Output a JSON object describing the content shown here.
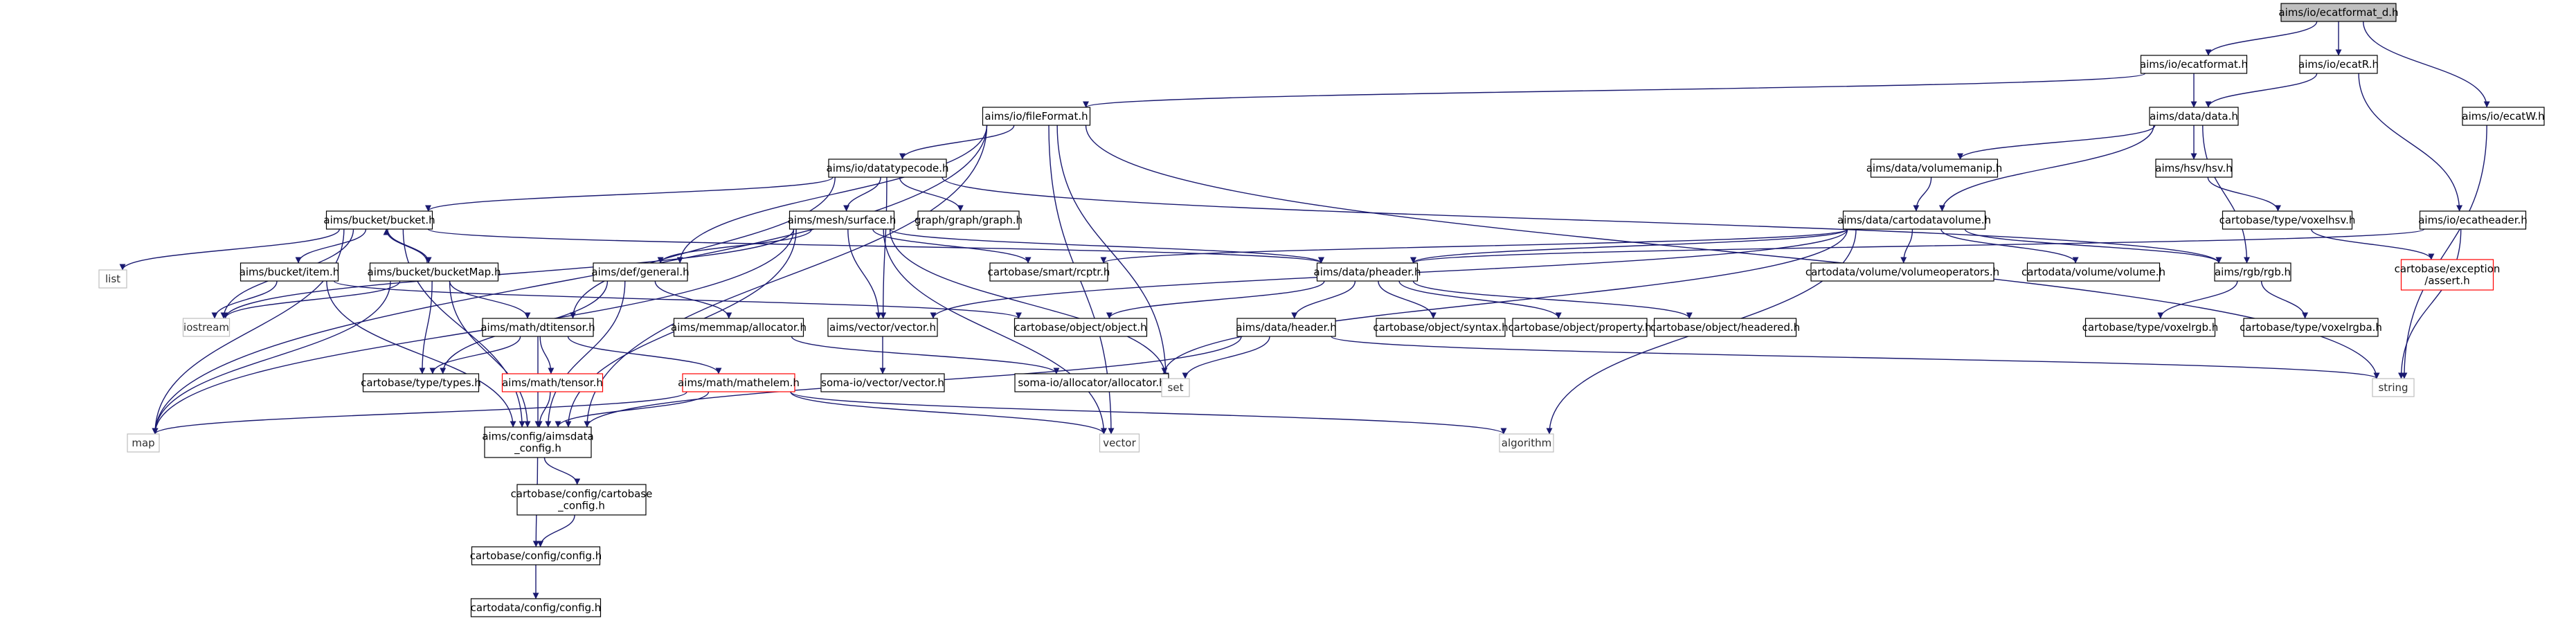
{
  "diagram": {
    "colors": {
      "edge": "#191970",
      "root_fill": "#bfbfbf",
      "node_border": "#000000",
      "missing_border": "#bfbfbf",
      "undocumented_border": "#ff0000",
      "text": "#000000"
    },
    "nodes": [
      {
        "id": "root",
        "label": "aims/io/ecatformat_d.h",
        "style": "root"
      },
      {
        "id": "ecatformat",
        "label": "aims/io/ecatformat.h",
        "style": "normal"
      },
      {
        "id": "ecatR",
        "label": "aims/io/ecatR.h",
        "style": "normal"
      },
      {
        "id": "ecatW",
        "label": "aims/io/ecatW.h",
        "style": "normal"
      },
      {
        "id": "fileFormat",
        "label": "aims/io/fileFormat.h",
        "style": "normal"
      },
      {
        "id": "data",
        "label": "aims/data/data.h",
        "style": "normal"
      },
      {
        "id": "datatypecode",
        "label": "aims/io/datatypecode.h",
        "style": "normal"
      },
      {
        "id": "volumemanip",
        "label": "aims/data/volumemanip.h",
        "style": "normal"
      },
      {
        "id": "hsv",
        "label": "aims/hsv/hsv.h",
        "style": "normal"
      },
      {
        "id": "cartodatavolume",
        "label": "aims/data/cartodatavolume.h",
        "style": "normal"
      },
      {
        "id": "voxelhsv",
        "label": "cartobase/type/voxelhsv.h",
        "style": "normal"
      },
      {
        "id": "ecatheader",
        "label": "aims/io/ecatheader.h",
        "style": "normal"
      },
      {
        "id": "bucket",
        "label": "aims/bucket/bucket.h",
        "style": "normal"
      },
      {
        "id": "surface",
        "label": "aims/mesh/surface.h",
        "style": "normal"
      },
      {
        "id": "graph",
        "label": "graph/graph/graph.h",
        "style": "normal"
      },
      {
        "id": "list",
        "label": "list",
        "style": "missing"
      },
      {
        "id": "bucketItem",
        "label": "aims/bucket/item.h",
        "style": "normal"
      },
      {
        "id": "bucketMap",
        "label": "aims/bucket/bucketMap.h",
        "style": "normal"
      },
      {
        "id": "general",
        "label": "aims/def/general.h",
        "style": "normal"
      },
      {
        "id": "rcptr",
        "label": "cartobase/smart/rcptr.h",
        "style": "normal"
      },
      {
        "id": "pheader",
        "label": "aims/data/pheader.h",
        "style": "normal"
      },
      {
        "id": "volumeoperators",
        "label": "cartodata/volume/volumeoperators.h",
        "style": "normal"
      },
      {
        "id": "volume",
        "label": "cartodata/volume/volume.h",
        "style": "normal"
      },
      {
        "id": "rgb",
        "label": "aims/rgb/rgb.h",
        "style": "normal"
      },
      {
        "id": "assert",
        "label": "cartobase/exception\n/assert.h",
        "style": "undocumented"
      },
      {
        "id": "iostream",
        "label": "iostream",
        "style": "missing"
      },
      {
        "id": "dtitensor",
        "label": "aims/math/dtitensor.h",
        "style": "normal"
      },
      {
        "id": "allocatorH",
        "label": "aims/memmap/allocator.h",
        "style": "normal"
      },
      {
        "id": "vectorH",
        "label": "aims/vector/vector.h",
        "style": "normal"
      },
      {
        "id": "object",
        "label": "cartobase/object/object.h",
        "style": "normal"
      },
      {
        "id": "header",
        "label": "aims/data/header.h",
        "style": "normal"
      },
      {
        "id": "syntax",
        "label": "cartobase/object/syntax.h",
        "style": "normal"
      },
      {
        "id": "property",
        "label": "cartobase/object/property.h",
        "style": "normal"
      },
      {
        "id": "headered",
        "label": "cartobase/object/headered.h",
        "style": "normal"
      },
      {
        "id": "voxelrgb",
        "label": "cartobase/type/voxelrgb.h",
        "style": "normal"
      },
      {
        "id": "voxelrgba",
        "label": "cartobase/type/voxelrgba.h",
        "style": "normal"
      },
      {
        "id": "types",
        "label": "cartobase/type/types.h",
        "style": "normal"
      },
      {
        "id": "tensor",
        "label": "aims/math/tensor.h",
        "style": "undocumented"
      },
      {
        "id": "mathelem",
        "label": "aims/math/mathelem.h",
        "style": "undocumented"
      },
      {
        "id": "somavector",
        "label": "soma-io/vector/vector.h",
        "style": "normal"
      },
      {
        "id": "somaallocator",
        "label": "soma-io/allocator/allocator.h",
        "style": "normal"
      },
      {
        "id": "set",
        "label": "set",
        "style": "missing"
      },
      {
        "id": "string",
        "label": "string",
        "style": "missing"
      },
      {
        "id": "map",
        "label": "map",
        "style": "missing"
      },
      {
        "id": "aimsdataconfig",
        "label": "aims/config/aimsdata\n_config.h",
        "style": "normal"
      },
      {
        "id": "vector",
        "label": "vector",
        "style": "missing"
      },
      {
        "id": "algorithm",
        "label": "algorithm",
        "style": "missing"
      },
      {
        "id": "cartobaseconfig",
        "label": "cartobase/config/cartobase\n_config.h",
        "style": "normal"
      },
      {
        "id": "config",
        "label": "cartobase/config/config.h",
        "style": "normal"
      },
      {
        "id": "cartodataconfig",
        "label": "cartodata/config/config.h",
        "style": "normal"
      }
    ],
    "edges": [
      [
        "root",
        "ecatformat"
      ],
      [
        "root",
        "ecatR"
      ],
      [
        "root",
        "ecatW"
      ],
      [
        "ecatformat",
        "fileFormat"
      ],
      [
        "ecatformat",
        "data"
      ],
      [
        "ecatR",
        "data"
      ],
      [
        "ecatR",
        "ecatheader"
      ],
      [
        "ecatW",
        "string"
      ],
      [
        "fileFormat",
        "datatypecode"
      ],
      [
        "fileFormat",
        "general"
      ],
      [
        "fileFormat",
        "set"
      ],
      [
        "fileFormat",
        "map"
      ],
      [
        "fileFormat",
        "vector"
      ],
      [
        "fileFormat",
        "string"
      ],
      [
        "fileFormat",
        "aimsdataconfig"
      ],
      [
        "data",
        "volumemanip"
      ],
      [
        "data",
        "hsv"
      ],
      [
        "data",
        "rgb"
      ],
      [
        "data",
        "cartodatavolume"
      ],
      [
        "volumemanip",
        "cartodatavolume"
      ],
      [
        "hsv",
        "voxelhsv"
      ],
      [
        "voxelhsv",
        "assert"
      ],
      [
        "ecatheader",
        "pheader"
      ],
      [
        "ecatheader",
        "string"
      ],
      [
        "datatypecode",
        "bucket"
      ],
      [
        "datatypecode",
        "surface"
      ],
      [
        "datatypecode",
        "graph"
      ],
      [
        "datatypecode",
        "rgb"
      ],
      [
        "datatypecode",
        "vectorH"
      ],
      [
        "datatypecode",
        "dtitensor"
      ],
      [
        "cartodatavolume",
        "volumeoperators"
      ],
      [
        "cartodatavolume",
        "volume"
      ],
      [
        "cartodatavolume",
        "rgb"
      ],
      [
        "cartodatavolume",
        "pheader"
      ],
      [
        "cartodatavolume",
        "rcptr"
      ],
      [
        "cartodatavolume",
        "vectorH"
      ],
      [
        "cartodatavolume",
        "algorithm"
      ],
      [
        "cartodatavolume",
        "somaallocator"
      ],
      [
        "bucket",
        "list"
      ],
      [
        "bucket",
        "bucketItem"
      ],
      [
        "bucket",
        "bucketMap"
      ],
      [
        "bucket",
        "iostream"
      ],
      [
        "bucket",
        "map"
      ],
      [
        "bucket",
        "pheader"
      ],
      [
        "bucket",
        "aimsdataconfig"
      ],
      [
        "bucketMap",
        "bucket"
      ],
      [
        "surface",
        "iostream"
      ],
      [
        "surface",
        "general"
      ],
      [
        "surface",
        "rcptr"
      ],
      [
        "surface",
        "pheader"
      ],
      [
        "surface",
        "vectorH"
      ],
      [
        "surface",
        "set"
      ],
      [
        "surface",
        "map"
      ],
      [
        "surface",
        "vector"
      ],
      [
        "surface",
        "aimsdataconfig"
      ],
      [
        "bucketItem",
        "iostream"
      ],
      [
        "bucketItem",
        "object"
      ],
      [
        "bucketItem",
        "aimsdataconfig"
      ],
      [
        "bucketMap",
        "iostream"
      ],
      [
        "bucketMap",
        "dtitensor"
      ],
      [
        "bucketMap",
        "types"
      ],
      [
        "bucketMap",
        "map"
      ],
      [
        "bucketMap",
        "aimsdataconfig"
      ],
      [
        "general",
        "allocatorH"
      ],
      [
        "general",
        "types"
      ],
      [
        "general",
        "aimsdataconfig"
      ],
      [
        "pheader",
        "header"
      ],
      [
        "pheader",
        "object"
      ],
      [
        "pheader",
        "syntax"
      ],
      [
        "pheader",
        "property"
      ],
      [
        "pheader",
        "headered"
      ],
      [
        "rgb",
        "voxelrgb"
      ],
      [
        "rgb",
        "voxelrgba"
      ],
      [
        "dtitensor",
        "types"
      ],
      [
        "dtitensor",
        "tensor"
      ],
      [
        "dtitensor",
        "mathelem"
      ],
      [
        "dtitensor",
        "aimsdataconfig"
      ],
      [
        "allocatorH",
        "somaallocator"
      ],
      [
        "vectorH",
        "somavector"
      ],
      [
        "header",
        "set"
      ],
      [
        "header",
        "string"
      ],
      [
        "header",
        "aimsdataconfig"
      ],
      [
        "tensor",
        "aimsdataconfig"
      ],
      [
        "mathelem",
        "map"
      ],
      [
        "mathelem",
        "vector"
      ],
      [
        "mathelem",
        "algorithm"
      ],
      [
        "mathelem",
        "aimsdataconfig"
      ],
      [
        "aimsdataconfig",
        "cartobaseconfig"
      ],
      [
        "aimsdataconfig",
        "config"
      ],
      [
        "cartobaseconfig",
        "config"
      ],
      [
        "config",
        "cartodataconfig"
      ]
    ]
  }
}
